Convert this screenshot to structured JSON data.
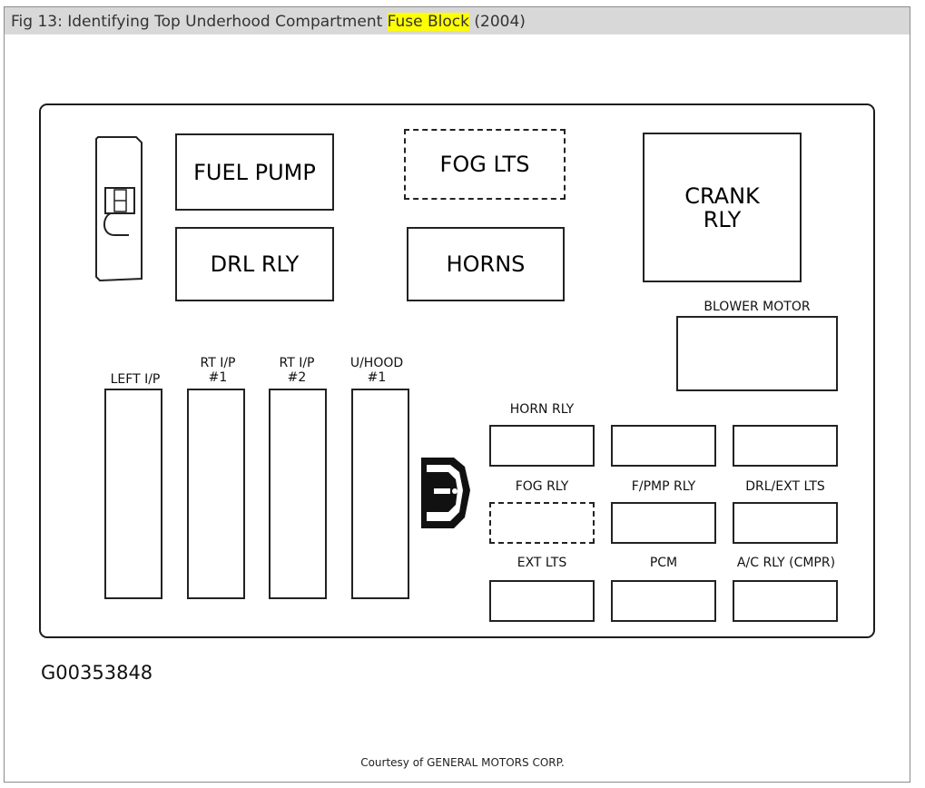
{
  "title": {
    "prefix": "Fig 13: Identifying Top Underhood Compartment ",
    "highlight": "Fuse Block",
    "suffix": " (2004)"
  },
  "relays": {
    "fuel_pump": "FUEL PUMP",
    "drl_rly": "DRL RLY",
    "fog_lts": "FOG LTS",
    "horns": "HORNS",
    "crank_rly_line1": "CRANK",
    "crank_rly_line2": "RLY",
    "blower_motor": "BLOWER MOTOR"
  },
  "fuses": {
    "left_ip": "LEFT I/P",
    "rt_ip1_line1": "RT I/P",
    "rt_ip1_line2": "#1",
    "rt_ip2_line1": "RT I/P",
    "rt_ip2_line2": "#2",
    "uhood1_line1": "U/HOOD",
    "uhood1_line2": "#1"
  },
  "mini_relays": {
    "horn_rly": "HORN RLY",
    "fog_rly": "FOG RLY",
    "fpmp_rly": "F/PMP RLY",
    "drl_ext_lts": "DRL/EXT LTS",
    "ext_lts": "EXT LTS",
    "pcm": "PCM",
    "ac_rly": "A/C RLY (CMPR)"
  },
  "figure_id": "G00353848",
  "courtesy": "Courtesy of GENERAL MOTORS CORP."
}
